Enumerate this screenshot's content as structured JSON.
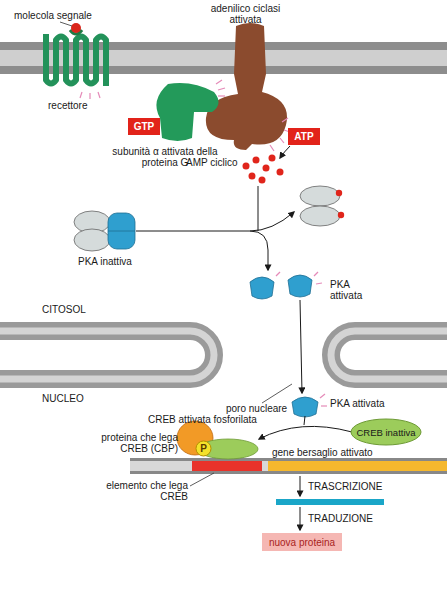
{
  "diagram": {
    "nodes": [
      {
        "text": [
          "GTP"
        ]
      },
      {
        "text": [
          "ATP"
        ]
      },
      {
        "text": [
          "P"
        ]
      },
      {
        "text": [
          "CREB inattiva"
        ]
      },
      {
        "text": [
          "nuova proteina"
        ]
      }
    ],
    "labels": [
      "adenilico ciclasi attivata",
      "molecola segnale",
      "recettore",
      "subunità α attivata della proteina G",
      "AMP ciclico",
      "PKA inattiva",
      "PKA attivata",
      "CITOSOL",
      "NUCLEO",
      "PKA attivata",
      "poro nucleare",
      "CREB attivata fosforilata",
      "proteina che lega CREB (CBP)",
      "gene bersaglio attivato",
      "elemento che lega CREB",
      "TRASCRIZIONE",
      "TRADUZIONE"
    ]
  }
}
